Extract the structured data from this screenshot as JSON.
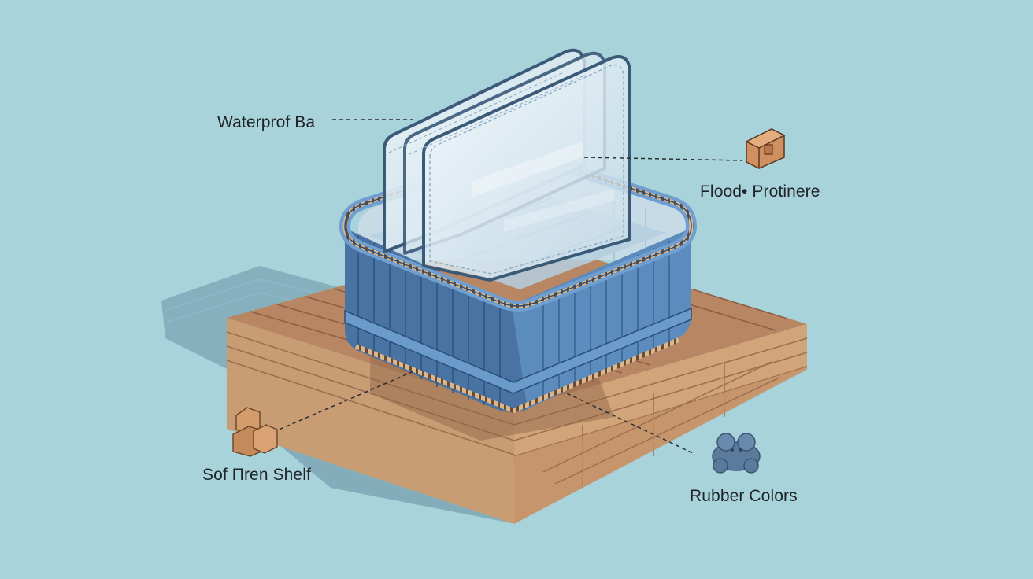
{
  "labels": {
    "waterproof": "Waterprof Ba",
    "flood": "Flood• Protinere",
    "shelf": "Sof Пren Shelf",
    "rubber": "Rubber Colors"
  },
  "icons": {
    "flood": "box-icon",
    "shelf": "stacked-blocks-icon",
    "rubber": "rubber-blob-icon"
  },
  "colors": {
    "background": "#a9d3da",
    "deck_top": "#b88663",
    "deck_side": "#c99d74",
    "tub_wall": "#4f7fb0",
    "tub_rim": "#6f9fd0",
    "glass_panel": "#dfeef5",
    "label_text": "#1f2328"
  }
}
